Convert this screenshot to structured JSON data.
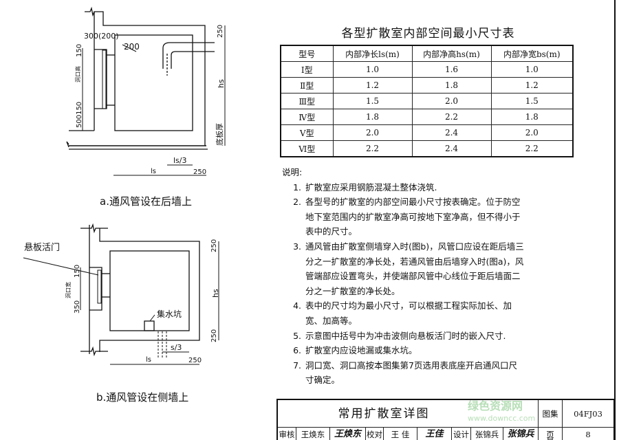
{
  "table": {
    "title": "各型扩散室内部空间最小尺寸表",
    "headers": [
      "型号",
      "内部净长ls(m)",
      "内部净高hs(m)",
      "内部净宽bs(m)"
    ],
    "rows": [
      [
        "Ⅰ型",
        "1.0",
        "1.6",
        "1.0"
      ],
      [
        "Ⅱ型",
        "1.2",
        "1.8",
        "1.2"
      ],
      [
        "Ⅲ型",
        "1.5",
        "2.0",
        "1.5"
      ],
      [
        "Ⅳ型",
        "1.8",
        "2.2",
        "1.8"
      ],
      [
        "Ⅴ型",
        "2.0",
        "2.4",
        "2.0"
      ],
      [
        "Ⅵ型",
        "2.2",
        "2.4",
        "2.2"
      ]
    ]
  },
  "notes": {
    "heading": "说明:",
    "items": [
      {
        "num": "1.",
        "text": "扩散室应采用钢筋混凝土整体浇筑."
      },
      {
        "num": "2.",
        "text": "各型号的扩散室的内部空间最小尺寸按表确定。位于防空地下室范围内的扩散室净高可按地下室净高，但不得小于表中的尺寸。"
      },
      {
        "num": "3.",
        "text": "通风管由扩散室侧墙穿入时(图b)，风管口应设在距后墙三分之一扩散室的净长处，若通风管由后墙穿入时(图a)，风管端部应设置弯头，并使端部风管中心线位于距后墙面二分之一扩散室的净长处。"
      },
      {
        "num": "4.",
        "text": "表中的尺寸均为最小尺寸，可以根据工程实际加长、加宽、加高等。"
      },
      {
        "num": "5.",
        "text": "示意图中括号中为冲击波侧向悬板活门时的嵌入尺寸."
      },
      {
        "num": "6.",
        "text": "扩散室内应设地漏或集水坑。"
      },
      {
        "num": "7.",
        "text": "洞口宽、洞口高按本图集第7页选用表底座开启通风口尺寸确定。"
      }
    ]
  },
  "drawing_a": {
    "caption": "a.通风管设在后墙上",
    "dim_300_200": "300(200)",
    "dim_200": "200",
    "dim_150_top": "150",
    "opening_height": "洞口高",
    "dim_500_150": "500150",
    "dim_250_top": "250",
    "hs": "hs",
    "slab_thickness": "底板厚",
    "ls_third": "ls/3",
    "ls": "ls",
    "dim_250_bottom": "250"
  },
  "drawing_b": {
    "caption": "b.通风管设在侧墙上",
    "valve_label": "悬板活门",
    "opening_width": "洞口宽",
    "dim_150": "150",
    "dim_350": "350",
    "sump_label": "集水坑",
    "dim_250_top": "250",
    "hs": "hs",
    "dim_250_bottom": "250",
    "s_third": "s/3",
    "ls": "ls",
    "dim_250_right": "250"
  },
  "title_block": {
    "title": "常用扩散室详图",
    "atlas_label": "图集号",
    "atlas_number": "04FJ03",
    "review_label": "审核",
    "reviewer": "王焕东",
    "reviewer_signature": "王焕东",
    "check_label": "校对",
    "checker": "王 佳",
    "checker_signature": "王佳",
    "design_label": "设计",
    "designer": "张锦兵",
    "designer_signature": "张锦兵",
    "page_label": "页",
    "page_number": "8"
  },
  "watermark": {
    "logo": "绿色资源网",
    "url": "www.downcc.com",
    "color": "#7ec47e"
  }
}
